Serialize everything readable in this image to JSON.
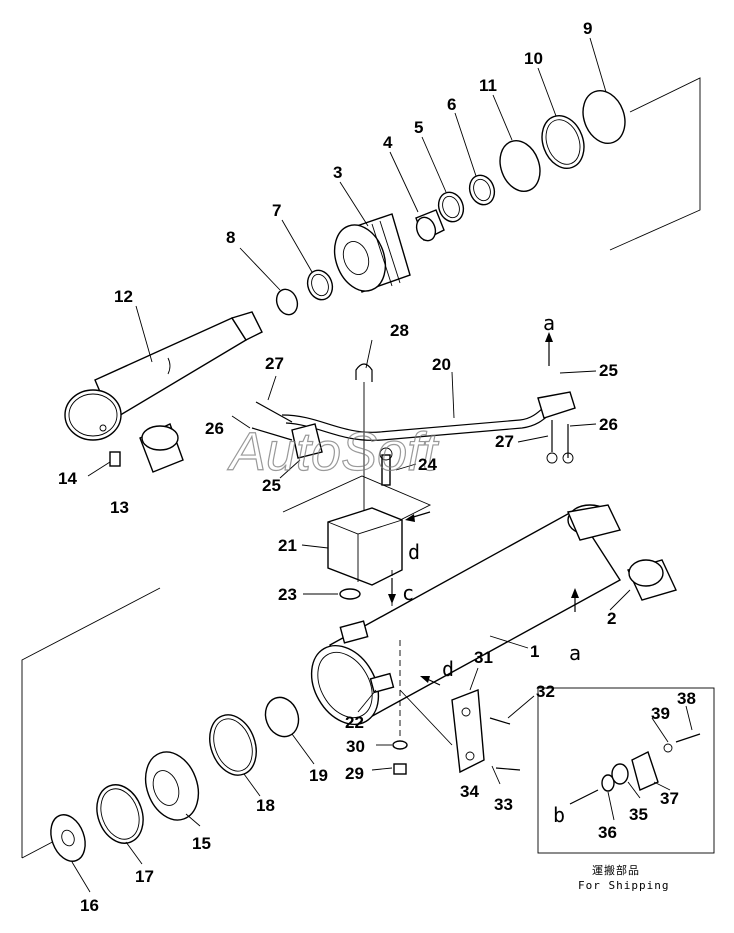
{
  "watermark": "AutoSoft",
  "shipping_note": {
    "jp": "運搬部品",
    "en": "For Shipping"
  },
  "view_letters": {
    "a_top": "a",
    "a_bottom": "a",
    "b": "b",
    "c": "c",
    "d_top": "d",
    "d_bottom": "d"
  },
  "part_labels": {
    "p1": "1",
    "p2": "2",
    "p3": "3",
    "p4": "4",
    "p5": "5",
    "p6": "6",
    "p7": "7",
    "p8": "8",
    "p9": "9",
    "p10": "10",
    "p11": "11",
    "p12": "12",
    "p13": "13",
    "p14": "14",
    "p15": "15",
    "p16": "16",
    "p17": "17",
    "p18": "18",
    "p19": "19",
    "p20": "20",
    "p21": "21",
    "p22": "22",
    "p23": "23",
    "p24": "24",
    "p25a": "25",
    "p25b": "25",
    "p26a": "26",
    "p26b": "26",
    "p27a": "27",
    "p27b": "27",
    "p28": "28",
    "p29": "29",
    "p30": "30",
    "p31": "31",
    "p32": "32",
    "p33": "33",
    "p34": "34",
    "p35": "35",
    "p36": "36",
    "p37": "37",
    "p38": "38",
    "p39": "39"
  }
}
